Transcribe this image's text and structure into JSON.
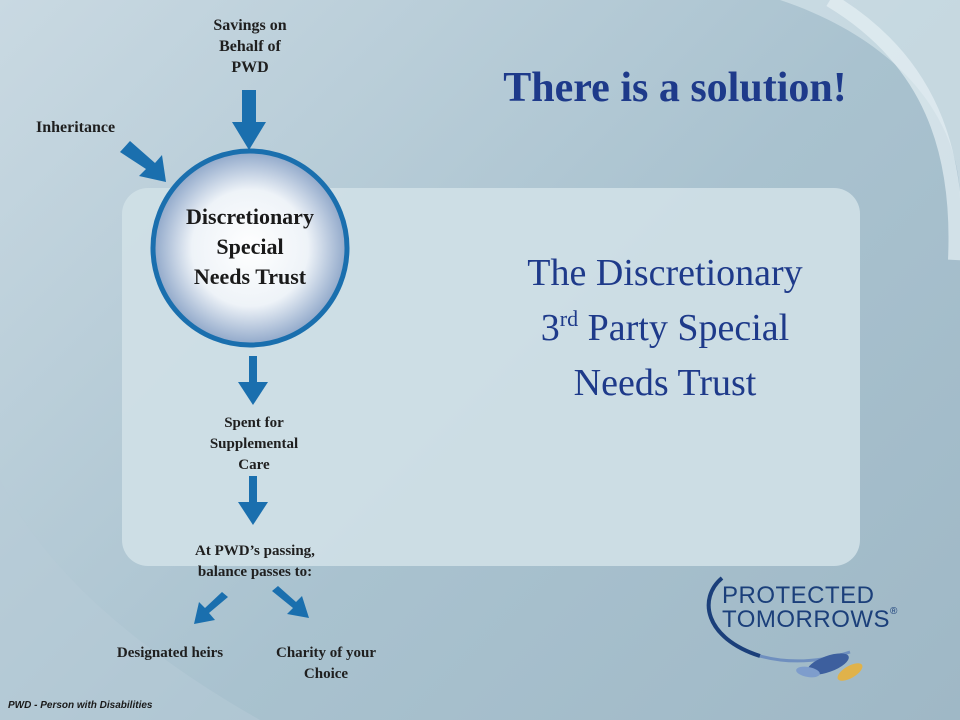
{
  "title": "There is a solution!",
  "subtitle": {
    "line1": "The Discretionary",
    "line2_pre": "3",
    "line2_sup": "rd",
    "line2_post": " Party Special",
    "line3": "Needs Trust"
  },
  "diagram": {
    "inputs": {
      "savings": [
        "Savings on",
        "Behalf of",
        "PWD"
      ],
      "inheritance": "Inheritance"
    },
    "trust": [
      "Discretionary",
      "Special",
      "Needs Trust"
    ],
    "spent": [
      "Spent for",
      "Supplemental",
      "Care"
    ],
    "passing": [
      "At PWD’s passing,",
      "balance passes to:"
    ],
    "outputs": {
      "heirs": "Designated heirs",
      "charity": [
        "Charity of your",
        "Choice"
      ]
    }
  },
  "logo": {
    "line1": "PROTECTED",
    "line2": "TOMORROWS",
    "mark": "®"
  },
  "footnote": "PWD - Person with Disabilities",
  "colors": {
    "arrow": "#1a6fae",
    "title": "#1e3a8a",
    "circle_border": "#1a6fae"
  }
}
